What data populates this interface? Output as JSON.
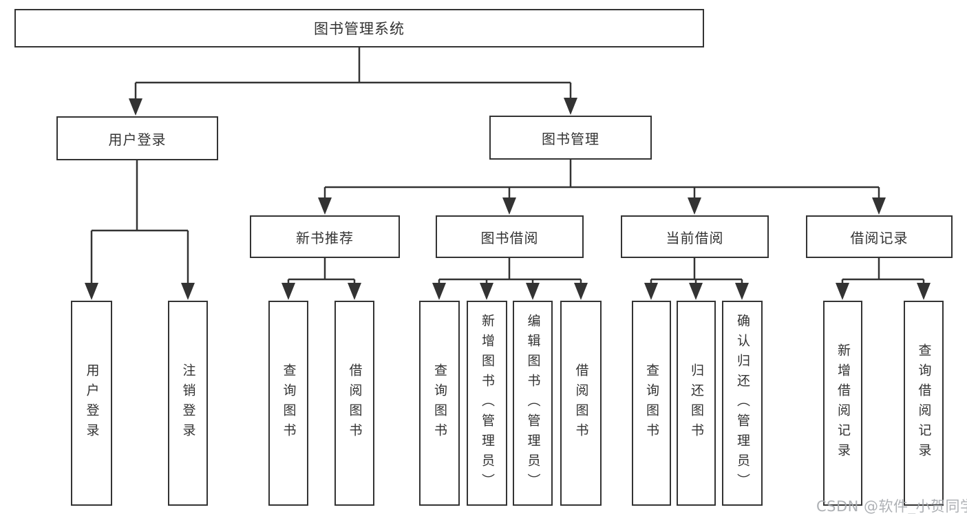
{
  "colors": {
    "background": "#ffffff",
    "line": "#333333",
    "box_border": "#333333",
    "box_fill": "#ffffff",
    "text": "#333333",
    "watermark": "#a6a9ad"
  },
  "tree": {
    "label": "图书管理系统",
    "children": [
      {
        "label": "用户登录",
        "children": [
          {
            "label": "用户登录"
          },
          {
            "label": "注销登录"
          }
        ]
      },
      {
        "label": "图书管理",
        "children": [
          {
            "label": "新书推荐",
            "children": [
              {
                "label": "查询图书"
              },
              {
                "label": "借阅图书"
              }
            ]
          },
          {
            "label": "图书借阅",
            "children": [
              {
                "label": "查询图书"
              },
              {
                "label": "新增图书（管理员）"
              },
              {
                "label": "编辑图书（管理员）"
              },
              {
                "label": "借阅图书"
              }
            ]
          },
          {
            "label": "当前借阅",
            "children": [
              {
                "label": "查询图书"
              },
              {
                "label": "归还图书"
              },
              {
                "label": "确认归还（管理员）"
              }
            ]
          },
          {
            "label": "借阅记录",
            "children": [
              {
                "label": "新增借阅记录"
              },
              {
                "label": "查询借阅记录"
              }
            ]
          }
        ]
      }
    ]
  },
  "watermark": {
    "text": "CSDN @软件_小贺同学"
  }
}
